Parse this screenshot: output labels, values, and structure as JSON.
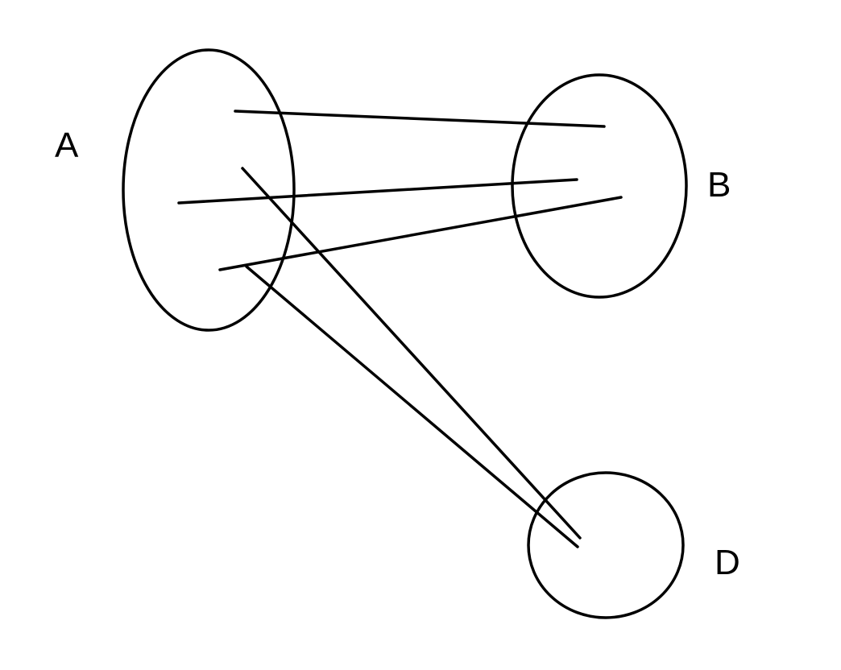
{
  "colors": {
    "background": "#ffffff",
    "stroke": "#000000",
    "text": "#000000"
  },
  "sets": [
    {
      "id": "A",
      "label": "A"
    },
    {
      "id": "B",
      "label": "B"
    },
    {
      "id": "D",
      "label": "D"
    }
  ],
  "mappings": [
    {
      "from": "A",
      "to": "B"
    },
    {
      "from": "A",
      "to": "B"
    },
    {
      "from": "A",
      "to": "B"
    },
    {
      "from": "A",
      "to": "D"
    },
    {
      "from": "A",
      "to": "D"
    }
  ]
}
